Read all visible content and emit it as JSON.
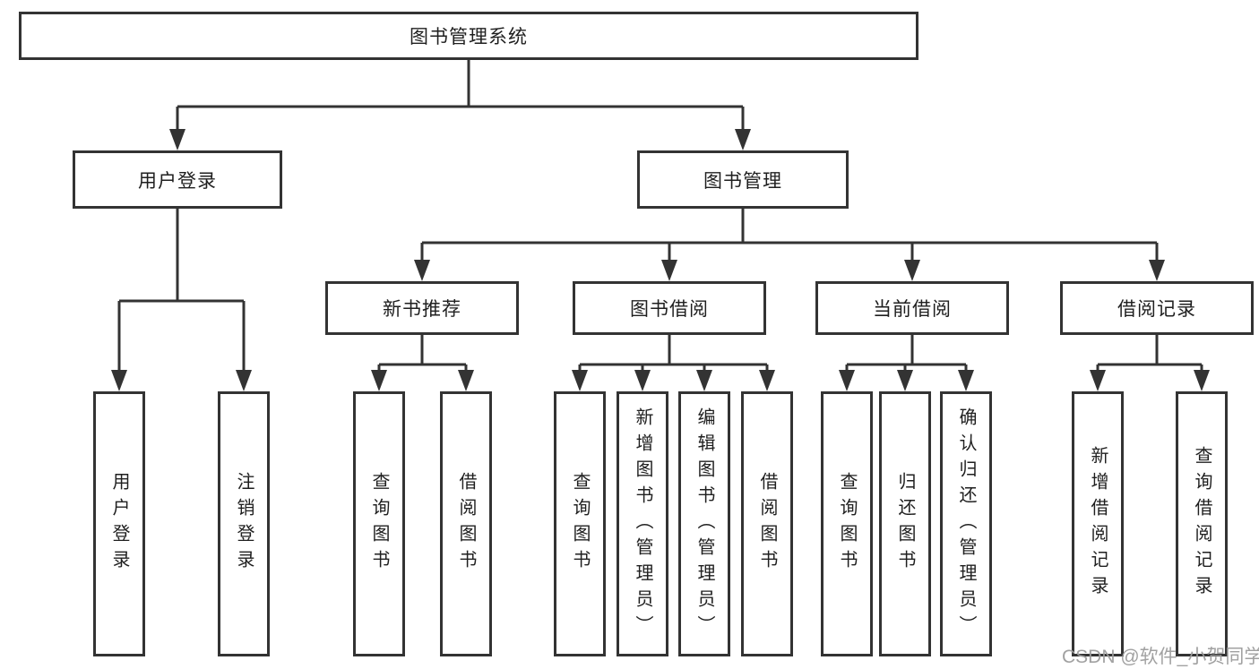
{
  "tree": {
    "label": "图书管理系统",
    "children": [
      {
        "label": "用户登录",
        "children": [
          {
            "label": "用户登录"
          },
          {
            "label": "注销登录"
          }
        ]
      },
      {
        "label": "图书管理",
        "children": [
          {
            "label": "新书推荐",
            "children": [
              {
                "label": "查询图书"
              },
              {
                "label": "借阅图书"
              }
            ]
          },
          {
            "label": "图书借阅",
            "children": [
              {
                "label": "查询图书"
              },
              {
                "label": "新增图书（管理员）"
              },
              {
                "label": "编辑图书（管理员）"
              },
              {
                "label": "借阅图书"
              }
            ]
          },
          {
            "label": "当前借阅",
            "children": [
              {
                "label": "查询图书"
              },
              {
                "label": "归还图书"
              },
              {
                "label": "确认归还（管理员）"
              }
            ]
          },
          {
            "label": "借阅记录",
            "children": [
              {
                "label": "新增借阅记录"
              },
              {
                "label": "查询借阅记录"
              }
            ]
          }
        ]
      }
    ]
  },
  "watermark": {
    "text": "CSDN @软件_小贺同学"
  },
  "colors": {
    "line": "#333333",
    "box_border": "#333333",
    "text": "#1f1f1f",
    "watermark": "#9c9c9c",
    "background": "#ffffff"
  }
}
